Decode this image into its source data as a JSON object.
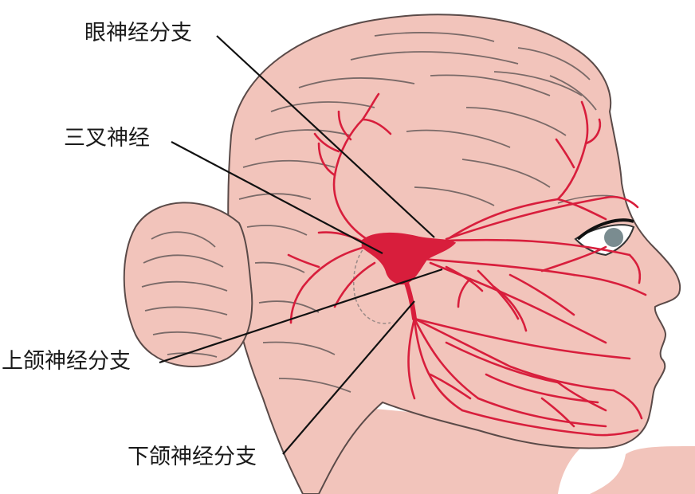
{
  "labels": {
    "ophthalmic": "眼神经分支",
    "trigeminal": "三叉神经",
    "maxillary": "上颌神经分支",
    "mandibular": "下颌神经分支"
  },
  "colors": {
    "skin": "#f2c4bb",
    "outline": "#5a4a48",
    "contour": "#7a6a68",
    "nerve": "#d81e3c",
    "leader": "#111111"
  }
}
